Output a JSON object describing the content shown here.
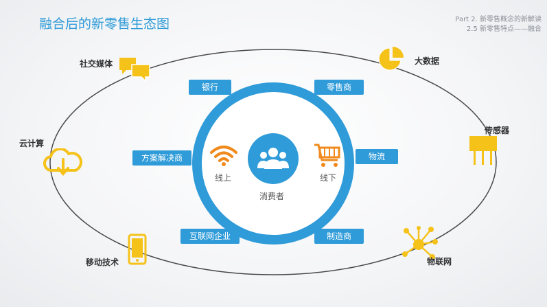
{
  "title": "融合后的新零售生态图",
  "subtitle": {
    "line1": "Part 2. 新零售概念的新解读",
    "line2": "2.5 新零售特点——融合"
  },
  "ring_nodes": {
    "bank": "银行",
    "retailer": "零售商",
    "logistics": "物流",
    "manufacturer": "制造商",
    "internet": "互联网企业",
    "solution": "方案解决商"
  },
  "center": {
    "consumer": "消费者",
    "online": "线上",
    "offline": "线下"
  },
  "outer_nodes": {
    "social": "社交媒体",
    "bigdata": "大数据",
    "cloud": "云计算",
    "sensor": "传感器",
    "mobile": "移动技术",
    "iot": "物联网"
  },
  "colors": {
    "blue": "#2f9bd8",
    "gold": "#f5c21a",
    "ellipse": "#4a4a4a"
  }
}
